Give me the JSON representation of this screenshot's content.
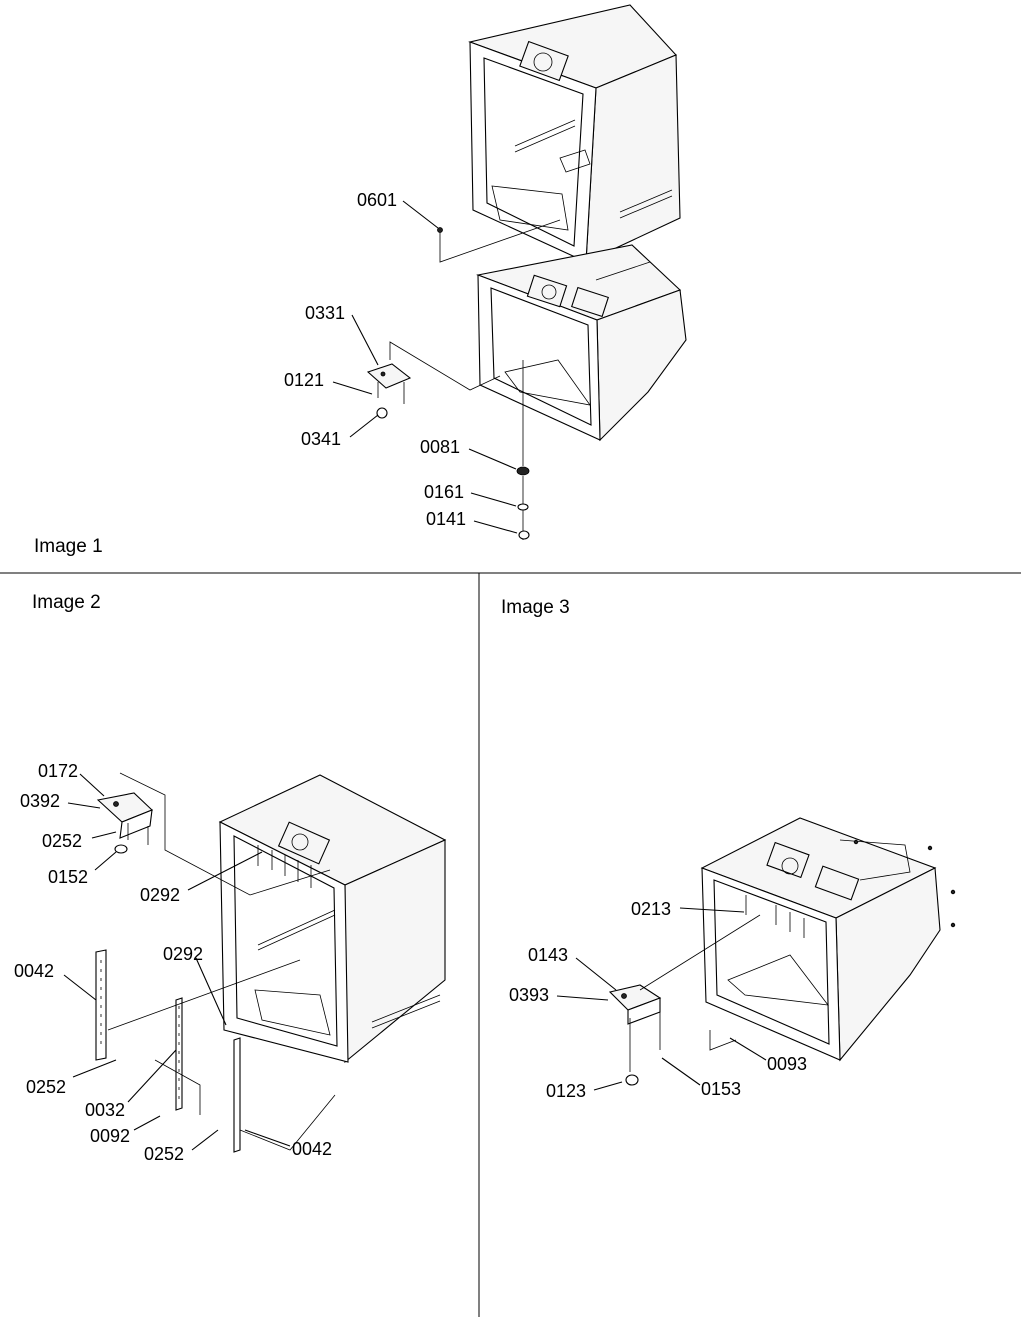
{
  "captions": {
    "image1": "Image 1",
    "image2": "Image 2",
    "image3": "Image 3"
  },
  "labels": {
    "image1": {
      "p0601": "0601",
      "p0331": "0331",
      "p0121": "0121",
      "p0341": "0341",
      "p0081": "0081",
      "p0161": "0161",
      "p0141": "0141"
    },
    "image2": {
      "p0172": "0172",
      "p0392": "0392",
      "p0252a": "0252",
      "p0152": "0152",
      "p0292a": "0292",
      "p0292b": "0292",
      "p0042a": "0042",
      "p0252b": "0252",
      "p0032": "0032",
      "p0092": "0092",
      "p0252c": "0252",
      "p0042b": "0042"
    },
    "image3": {
      "p0213": "0213",
      "p0143": "0143",
      "p0393": "0393",
      "p0093": "0093",
      "p0123": "0123",
      "p0153": "0153"
    }
  }
}
